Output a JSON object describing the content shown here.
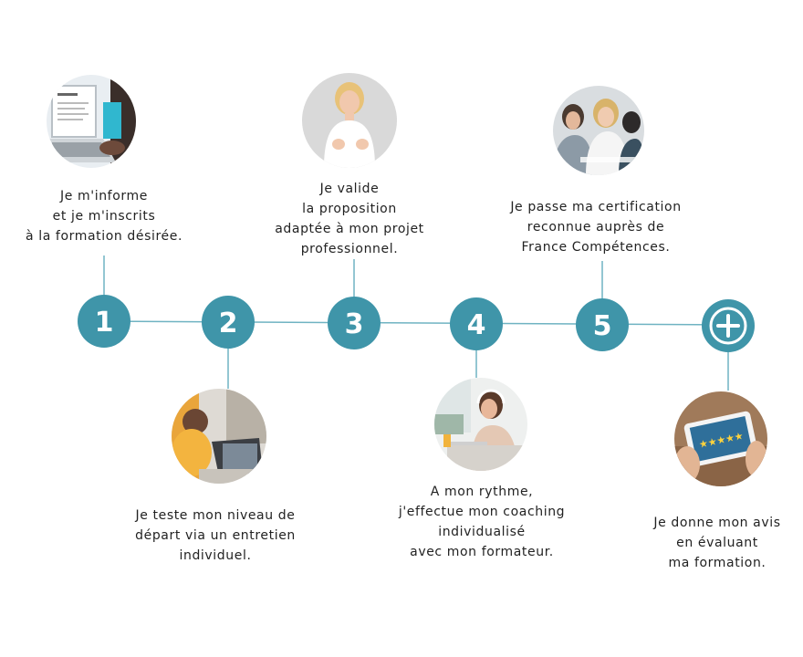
{
  "colors": {
    "accent": "#3f95a9",
    "line": "#6fb3c2",
    "text": "#222222",
    "background": "#ffffff"
  },
  "steps": [
    {
      "number": "1",
      "text": [
        "Je m'informe",
        "et je m'inscrits",
        "à la formation désirée."
      ],
      "photo": "laptop-registration-photo"
    },
    {
      "number": "2",
      "text": [
        "Je teste mon niveau de",
        "départ via un entretien",
        "individuel."
      ],
      "photo": "video-call-photo"
    },
    {
      "number": "3",
      "text": [
        "Je valide",
        "la proposition",
        "adaptée à mon projet",
        "professionnel."
      ],
      "photo": "thumbs-up-woman-photo"
    },
    {
      "number": "4",
      "text": [
        "A mon rythme,",
        "j'effectue mon coaching",
        "individualisé",
        "avec mon formateur."
      ],
      "photo": "headphones-coaching-photo"
    },
    {
      "number": "5",
      "text": [
        "Je passe ma certification",
        "reconnue auprès de",
        "France Compétences."
      ],
      "photo": "exam-classroom-photo"
    },
    {
      "number": "",
      "icon": "plus-icon",
      "text": [
        "Je donne mon avis",
        "en évaluant",
        "ma formation."
      ],
      "photo": "rating-tablet-photo"
    }
  ]
}
